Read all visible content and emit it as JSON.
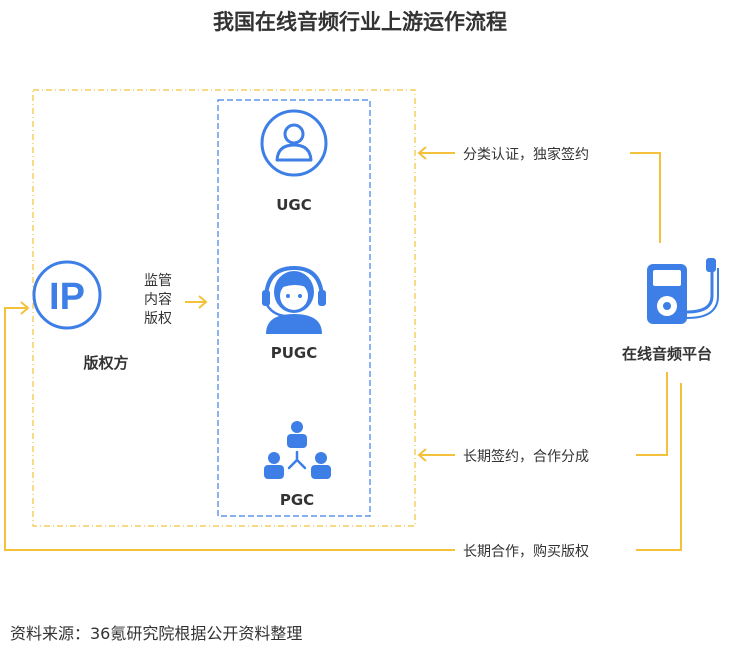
{
  "title": "我国在线音频行业上游运作流程",
  "nodes": {
    "ip_holder": {
      "icon_text": "IP",
      "label": "版权方"
    },
    "ugc": {
      "label": "UGC"
    },
    "pugc": {
      "label": "PUGC"
    },
    "pgc": {
      "label": "PGC"
    },
    "platform": {
      "label": "在线音频平台"
    }
  },
  "edges": {
    "supervise": [
      "监管",
      "内容",
      "版权"
    ],
    "certify": "分类认证，独家签约",
    "long_term_sign": "长期签约，合作分成",
    "long_term_buy": "长期合作，购买版权"
  },
  "source": "资料来源：36氪研究院根据公开资料整理",
  "colors": {
    "accent_blue": "#3d7fe6",
    "arrow_yellow": "#f3c23a",
    "text": "#333333"
  }
}
